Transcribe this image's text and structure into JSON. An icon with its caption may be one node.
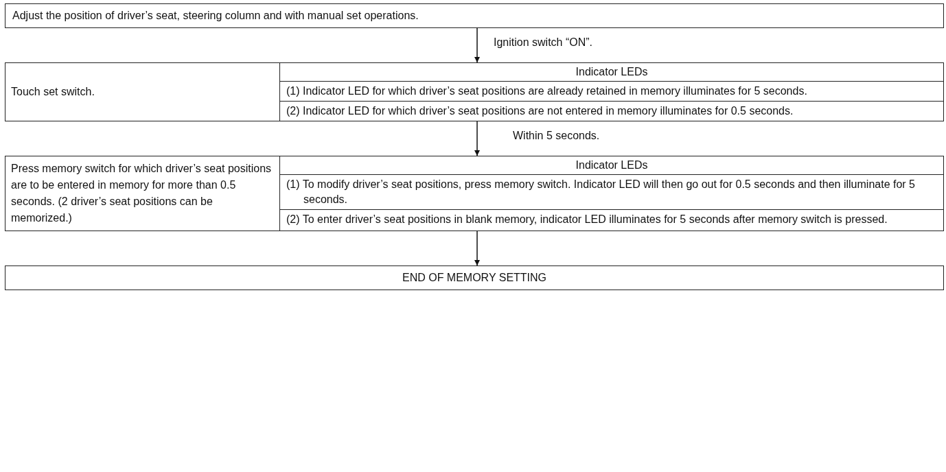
{
  "diagram": {
    "nodes": [
      {
        "text": [
          "Adjust the position of driver’s seat, steering column and with manual set operations."
        ]
      },
      {
        "text": [],
        "shape": "box"
      },
      {
        "text": [
          "Touch set switch."
        ],
        "in": 1
      },
      {
        "text": [
          "Indicator LEDs",
          "(1) Indicator LED for which driver’s seat positions are already retained in memory illuminates for 5 seconds.",
          "(2) Indicator LED for which driver’s seat positions are not entered in memory illuminates for 0.5 seconds."
        ],
        "in": 1
      },
      {
        "text": [],
        "shape": "box"
      },
      {
        "text": [
          "Press memory switch for which driver’s seat positions are to be entered in memory for more than 0.5 seconds. (2 driver’s seat positions can be memorized.)"
        ],
        "in": 4
      },
      {
        "text": [
          "Indicator LEDs",
          "(1) To modify driver’s seat positions, press memory switch. Indicator LED will then go out for 0.5 seconds and then illuminate for 5 seconds.",
          "(2) To enter driver’s seat positions in blank memory, indicator LED illuminates for 5 seconds after memory switch is pressed."
        ],
        "in": 4
      },
      {
        "text": [
          "END OF MEMORY SETTING"
        ]
      }
    ],
    "edges": [
      {
        "from": 0,
        "to": 1,
        "arrow": "to",
        "label": "Ignition switch “ON”."
      },
      {
        "from": 1,
        "to": 4,
        "arrow": "to",
        "label": "Within 5 seconds."
      },
      {
        "from": 4,
        "to": 7,
        "arrow": "to"
      }
    ]
  }
}
